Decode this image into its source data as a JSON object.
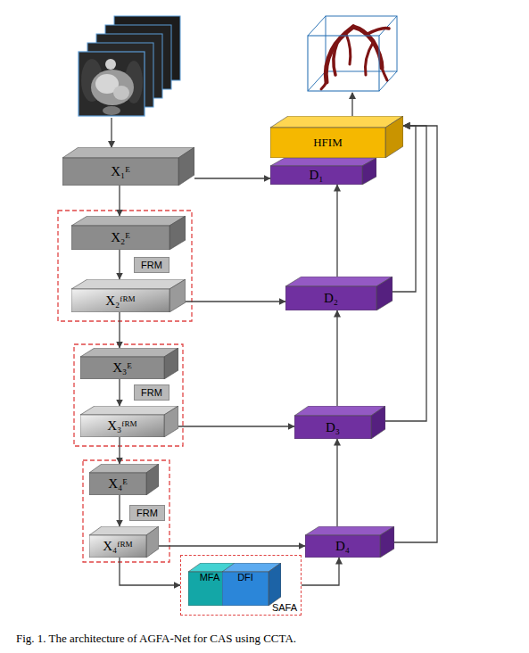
{
  "diagram": {
    "caption": "Fig. 1. The architecture of AGFA-Net for CAS using CCTA.",
    "nodes": [
      {
        "text": [
          "X₁ᴱ"
        ]
      },
      {
        "text": [
          "X₂ᴱ"
        ]
      },
      {
        "text": [
          "FRM"
        ]
      },
      {
        "text": [
          "X₂ᶠᴿᴹ"
        ]
      },
      {
        "text": [
          "X₃ᴱ"
        ]
      },
      {
        "text": [
          "FRM"
        ]
      },
      {
        "text": [
          "X₃ᶠᴿᴹ"
        ]
      },
      {
        "text": [
          "X₄ᴱ"
        ]
      },
      {
        "text": [
          "FRM"
        ]
      },
      {
        "text": [
          "X₄ᶠᴿᴹ"
        ]
      },
      {
        "text": [
          "SAFA"
        ]
      },
      {
        "text": [
          "MFA"
        ],
        "in": 10
      },
      {
        "text": [
          "DFI"
        ],
        "in": 10
      },
      {
        "text": [
          "HFIM"
        ]
      },
      {
        "text": [
          "D₁"
        ]
      },
      {
        "text": [
          "D₂"
        ]
      },
      {
        "text": [
          "D₃"
        ]
      },
      {
        "text": [
          "D₄"
        ]
      }
    ],
    "edges": [
      {
        "from": 0,
        "to": 1,
        "arrow": "to"
      },
      {
        "from": 1,
        "to": 3,
        "arrow": "to"
      },
      {
        "from": 3,
        "to": 4,
        "arrow": "to"
      },
      {
        "from": 4,
        "to": 6,
        "arrow": "to"
      },
      {
        "from": 6,
        "to": 7,
        "arrow": "to"
      },
      {
        "from": 7,
        "to": 9,
        "arrow": "to"
      },
      {
        "from": 9,
        "to": 10,
        "arrow": "to"
      },
      {
        "from": 10,
        "to": 17,
        "arrow": "to"
      },
      {
        "from": 9,
        "to": 17,
        "arrow": "to"
      },
      {
        "from": 6,
        "to": 16,
        "arrow": "to"
      },
      {
        "from": 3,
        "to": 15,
        "arrow": "to"
      },
      {
        "from": 0,
        "to": 14,
        "arrow": "to"
      },
      {
        "from": 17,
        "to": 16,
        "arrow": "to"
      },
      {
        "from": 16,
        "to": 15,
        "arrow": "to"
      },
      {
        "from": 15,
        "to": 14,
        "arrow": "to"
      },
      {
        "from": 17,
        "to": 13,
        "arrow": "to"
      },
      {
        "from": 16,
        "to": 13,
        "arrow": "to"
      },
      {
        "from": 15,
        "to": 13,
        "arrow": "to"
      }
    ]
  }
}
